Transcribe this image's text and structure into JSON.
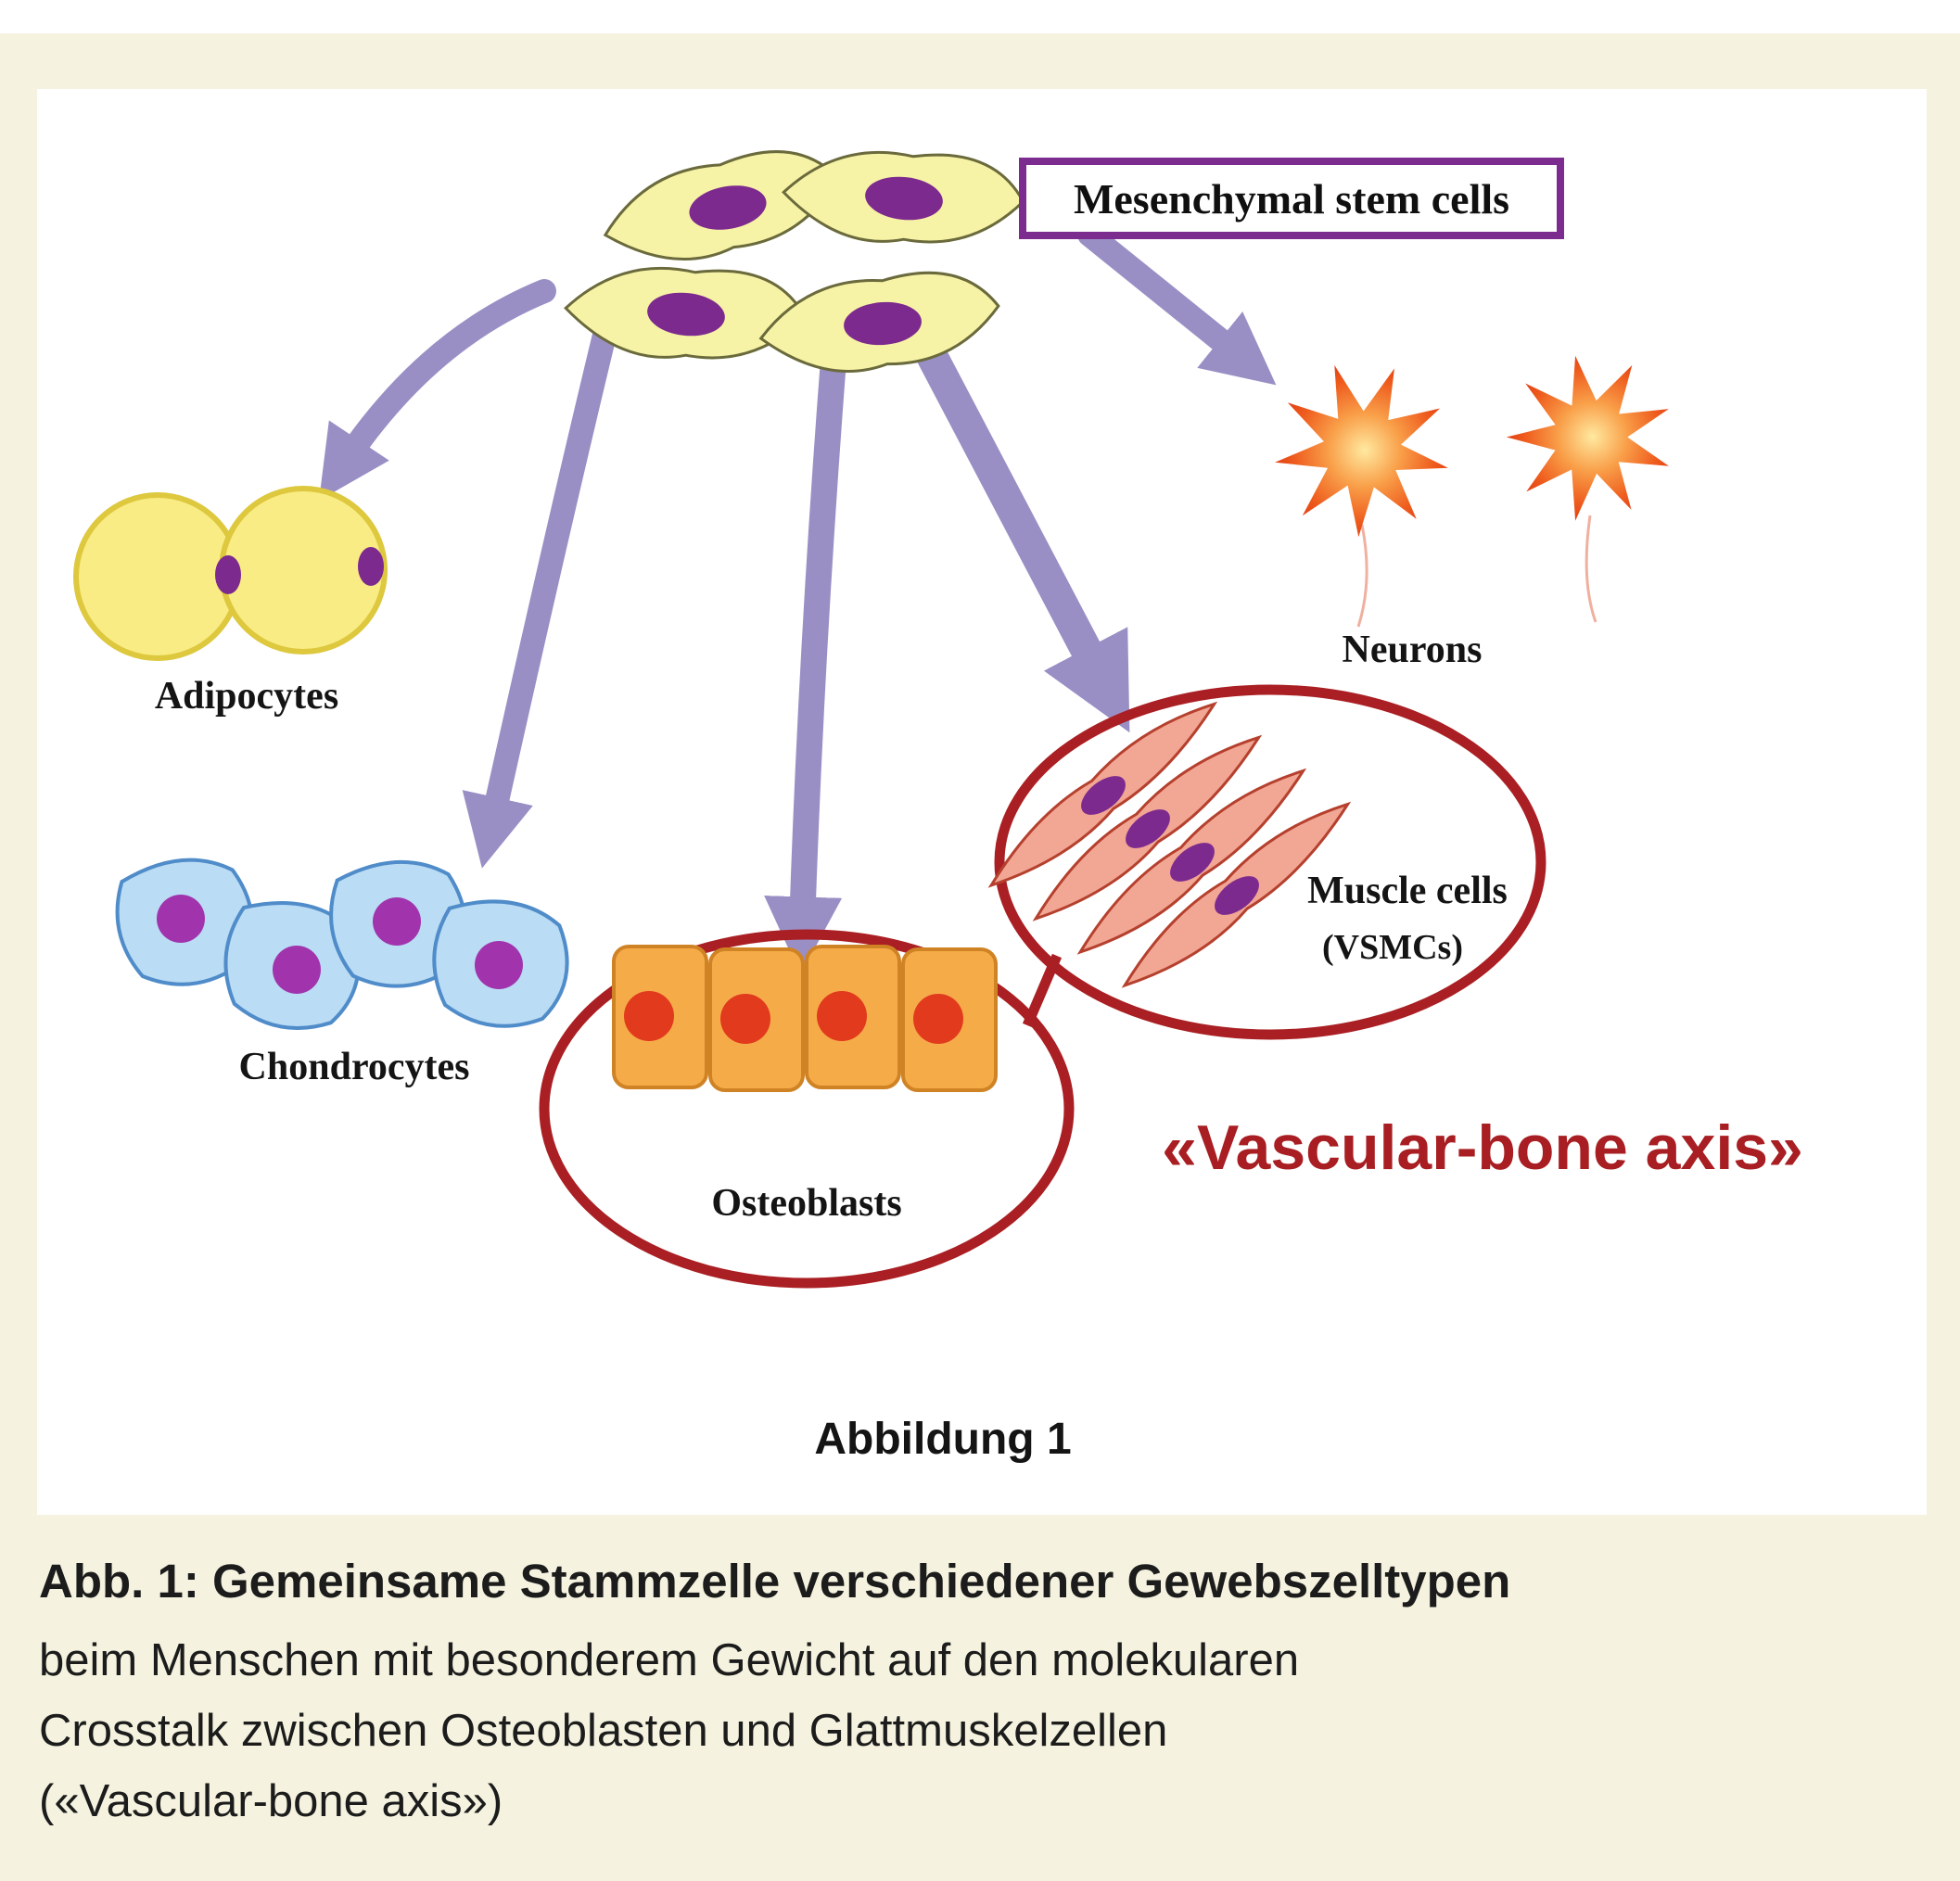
{
  "diagram": {
    "stem_cells": "Mesenchymal stem cells",
    "adipocytes": "Adipocytes",
    "chondrocytes": "Chondrocytes",
    "osteoblasts": "Osteoblasts",
    "neurons": "Neurons",
    "muscle_cells": "Muscle cells",
    "muscle_cells_sub": "(VSMCs)",
    "axis": "«Vascular-bone axis»",
    "figure": "Abbildung 1"
  },
  "caption": {
    "title": "Abb. 1: Gemeinsame Stammzelle verschiedener Gewebszelltypen",
    "line1": "beim Menschen mit besonderem Gewicht auf den molekularen",
    "line2": "Crosstalk zwischen Osteoblasten und Glattmuskelzellen",
    "line3": "(«Vascular-bone axis»)"
  },
  "colors": {
    "background": "#f5f3df",
    "panel": "#ffffff",
    "arrow_purple": "#9a8fc5",
    "stem_fill": "#f7f3a6",
    "nucleus_purple": "#7d2a8f",
    "adipocyte_fill": "#f9ec84",
    "chondrocyte_fill": "#badcf4",
    "osteoblast_fill": "#f6ab49",
    "osteoblast_nucleus": "#e23a1d",
    "red_circle": "#aa1f23",
    "muscle_fill": "#f2a694",
    "neuron_orange": "#ee5a1c",
    "label_box_border": "#7c2b8e",
    "axis_red": "#a81e22"
  }
}
